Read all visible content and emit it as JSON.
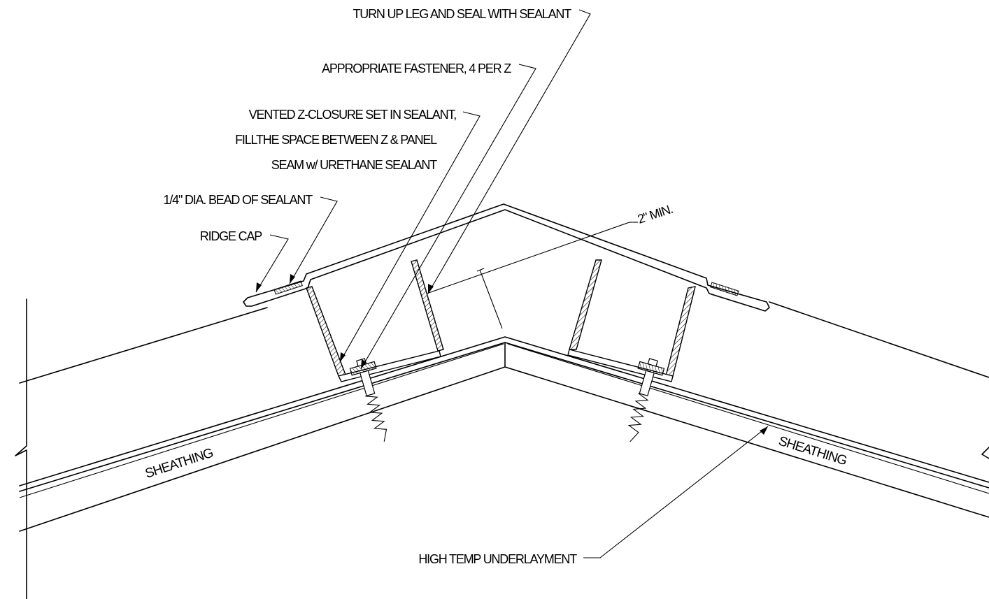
{
  "labels": {
    "turn_up_leg": "TURN UP LEG AND SEAL WITH SEALANT",
    "fastener": "APPROPRIATE FASTENER, 4 PER Z",
    "z_closure_line1": "VENTED Z-CLOSURE SET IN SEALANT,",
    "z_closure_line2": "FILLTHE SPACE  BETWEEN Z & PANEL",
    "z_closure_line3": "SEAM w/ URETHANE SEALANT",
    "bead": "1/4\" DIA. BEAD OF SEALANT",
    "ridge_cap": "RIDGE CAP",
    "dimension": "2\" MIN.",
    "sheathing_left": "SHEATHING",
    "sheathing_right": "SHEATHING",
    "underlayment": "HIGH TEMP UNDERLAYMENT"
  },
  "colors": {
    "line": "#000000",
    "background": "#ffffff"
  }
}
